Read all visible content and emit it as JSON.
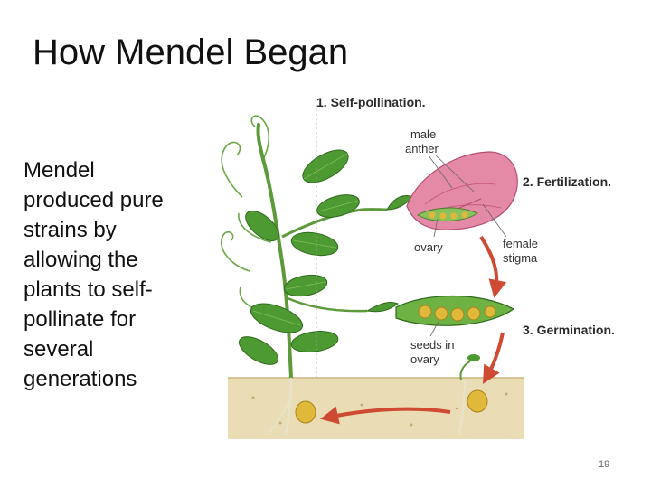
{
  "slide": {
    "title": "How Mendel Began",
    "body_lines": [
      "Mendel",
      "produced pure",
      "strains by",
      "allowing the",
      "plants to self-",
      "pollinate for",
      "several",
      "generations"
    ],
    "page_number": "19"
  },
  "diagram": {
    "steps": [
      {
        "label": "1. Self-pollination."
      },
      {
        "label": "2. Fertilization."
      },
      {
        "label": "3. Germination."
      }
    ],
    "labels": {
      "male_anther": [
        "male",
        "anther"
      ],
      "ovary": "ovary",
      "female_stigma": [
        "female",
        "stigma"
      ],
      "seeds_in_ovary": [
        "seeds in",
        "ovary"
      ]
    },
    "colors": {
      "soil": "#eadcb4",
      "leaf": "#4e9a32",
      "stem": "#5c9a3a",
      "petal": "#e58aa6",
      "pea": "#e0b93a",
      "arrow": "#cf4a32"
    }
  }
}
